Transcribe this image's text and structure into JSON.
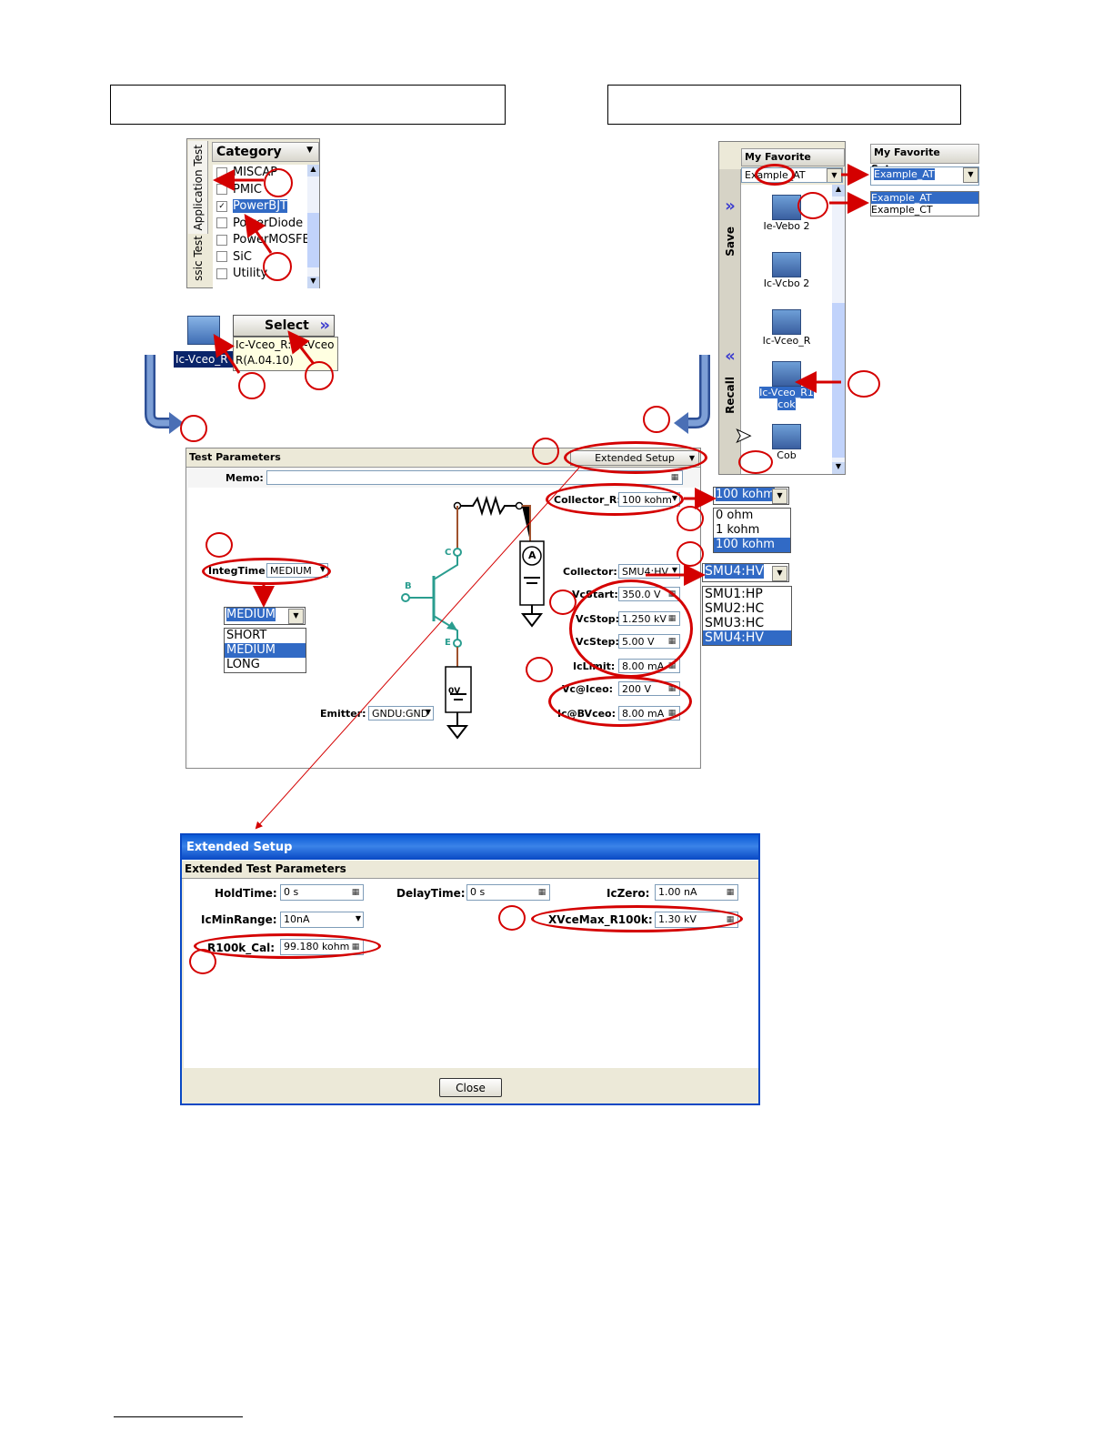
{
  "category_panel": {
    "tab_application": "Application Test",
    "tab_classic": "ssic Test",
    "header": "Category",
    "items": [
      {
        "label": "MISCAP",
        "checked": false
      },
      {
        "label": "PMIC",
        "checked": false
      },
      {
        "label": "PowerBJT",
        "checked": true
      },
      {
        "label": "PowerDiode",
        "checked": false
      },
      {
        "label": "PowerMOSFE",
        "checked": false
      },
      {
        "label": "SiC",
        "checked": false
      },
      {
        "label": "Utility",
        "checked": false
      }
    ]
  },
  "select_panel": {
    "icon_label": "Ic-Vceo_R",
    "button": "Select",
    "tooltip_line1": "Ic-Vceo_R: Ic-Vceo",
    "tooltip_line2": "R(A.04.10)"
  },
  "favorites_panel": {
    "header": "My Favorite Setup",
    "selected": "Example_AT",
    "save_tab": "Save",
    "recall_tab": "Recall",
    "items": [
      {
        "label": "Ie-Vebo 2"
      },
      {
        "label": "Ic-Vcbo 2"
      },
      {
        "label": "Ic-Vceo_R"
      },
      {
        "label": "Ic-Vceo_R1",
        "label2": "cok"
      },
      {
        "label": "Cob"
      }
    ]
  },
  "favorites_dropdown": {
    "header": "My Favorite Setup",
    "selected": "Example_AT",
    "options": [
      "Example_AT",
      "Example_CT"
    ]
  },
  "test_parameters": {
    "title": "Test Parameters",
    "extended_setup": "Extended Setup",
    "memo_label": "Memo:",
    "memo_value": "",
    "integ_label": "IntegTime:",
    "integ_value": "MEDIUM",
    "collector_r_label": "Collector_R:",
    "collector_r_value": "100 kohm",
    "collector_label": "Collector:",
    "collector_value": "SMU4:HV",
    "vcstart_label": "VcStart:",
    "vcstart_value": "350.0 V",
    "vcstop_label": "VcStop:",
    "vcstop_value": "1.250 kV",
    "vcstep_label": "VcStep:",
    "vcstep_value": "5.00 V",
    "iclimit_label": "IcLimit:",
    "iclimit_value": "8.00 mA",
    "vc_iceo_label": "Vc@Iceo:",
    "vc_iceo_value": "200 V",
    "ic_bvceo_label": "Ic@BVceo:",
    "ic_bvceo_value": "8.00 mA",
    "emitter_label": "Emitter:",
    "emitter_value": "GNDU:GND",
    "node_c": "C",
    "node_b": "B",
    "node_e": "E",
    "ammeter": "A",
    "ground_v": "0V"
  },
  "integ_dropdown": {
    "selected": "MEDIUM",
    "options": [
      "SHORT",
      "MEDIUM",
      "LONG"
    ]
  },
  "collector_r_dropdown": {
    "selected": "100 kohm",
    "options": [
      "0 ohm",
      "1 kohm",
      "100 kohm"
    ]
  },
  "collector_dropdown": {
    "selected": "SMU4:HV",
    "options": [
      "SMU1:HP",
      "SMU2:HC",
      "SMU3:HC",
      "SMU4:HV"
    ]
  },
  "extended_dialog": {
    "title": "Extended Setup",
    "section": "Extended Test Parameters",
    "holdtime_label": "HoldTime:",
    "holdtime_value": "0 s",
    "delaytime_label": "DelayTime:",
    "delaytime_value": "0 s",
    "iczero_label": "IcZero:",
    "iczero_value": "1.00 nA",
    "icminrange_label": "IcMinRange:",
    "icminrange_value": "10nA",
    "xvcemax_label": "XVceMax_R100k:",
    "xvcemax_value": "1.30 kV",
    "r100k_label": "R100k_Cal:",
    "r100k_value": "99.180 kohm",
    "close_button": "Close"
  },
  "colors": {
    "annotation": "#d40000",
    "selection": "#316ac5",
    "panel": "#ece9d8",
    "arrow_blue": "#4a6fb5"
  }
}
